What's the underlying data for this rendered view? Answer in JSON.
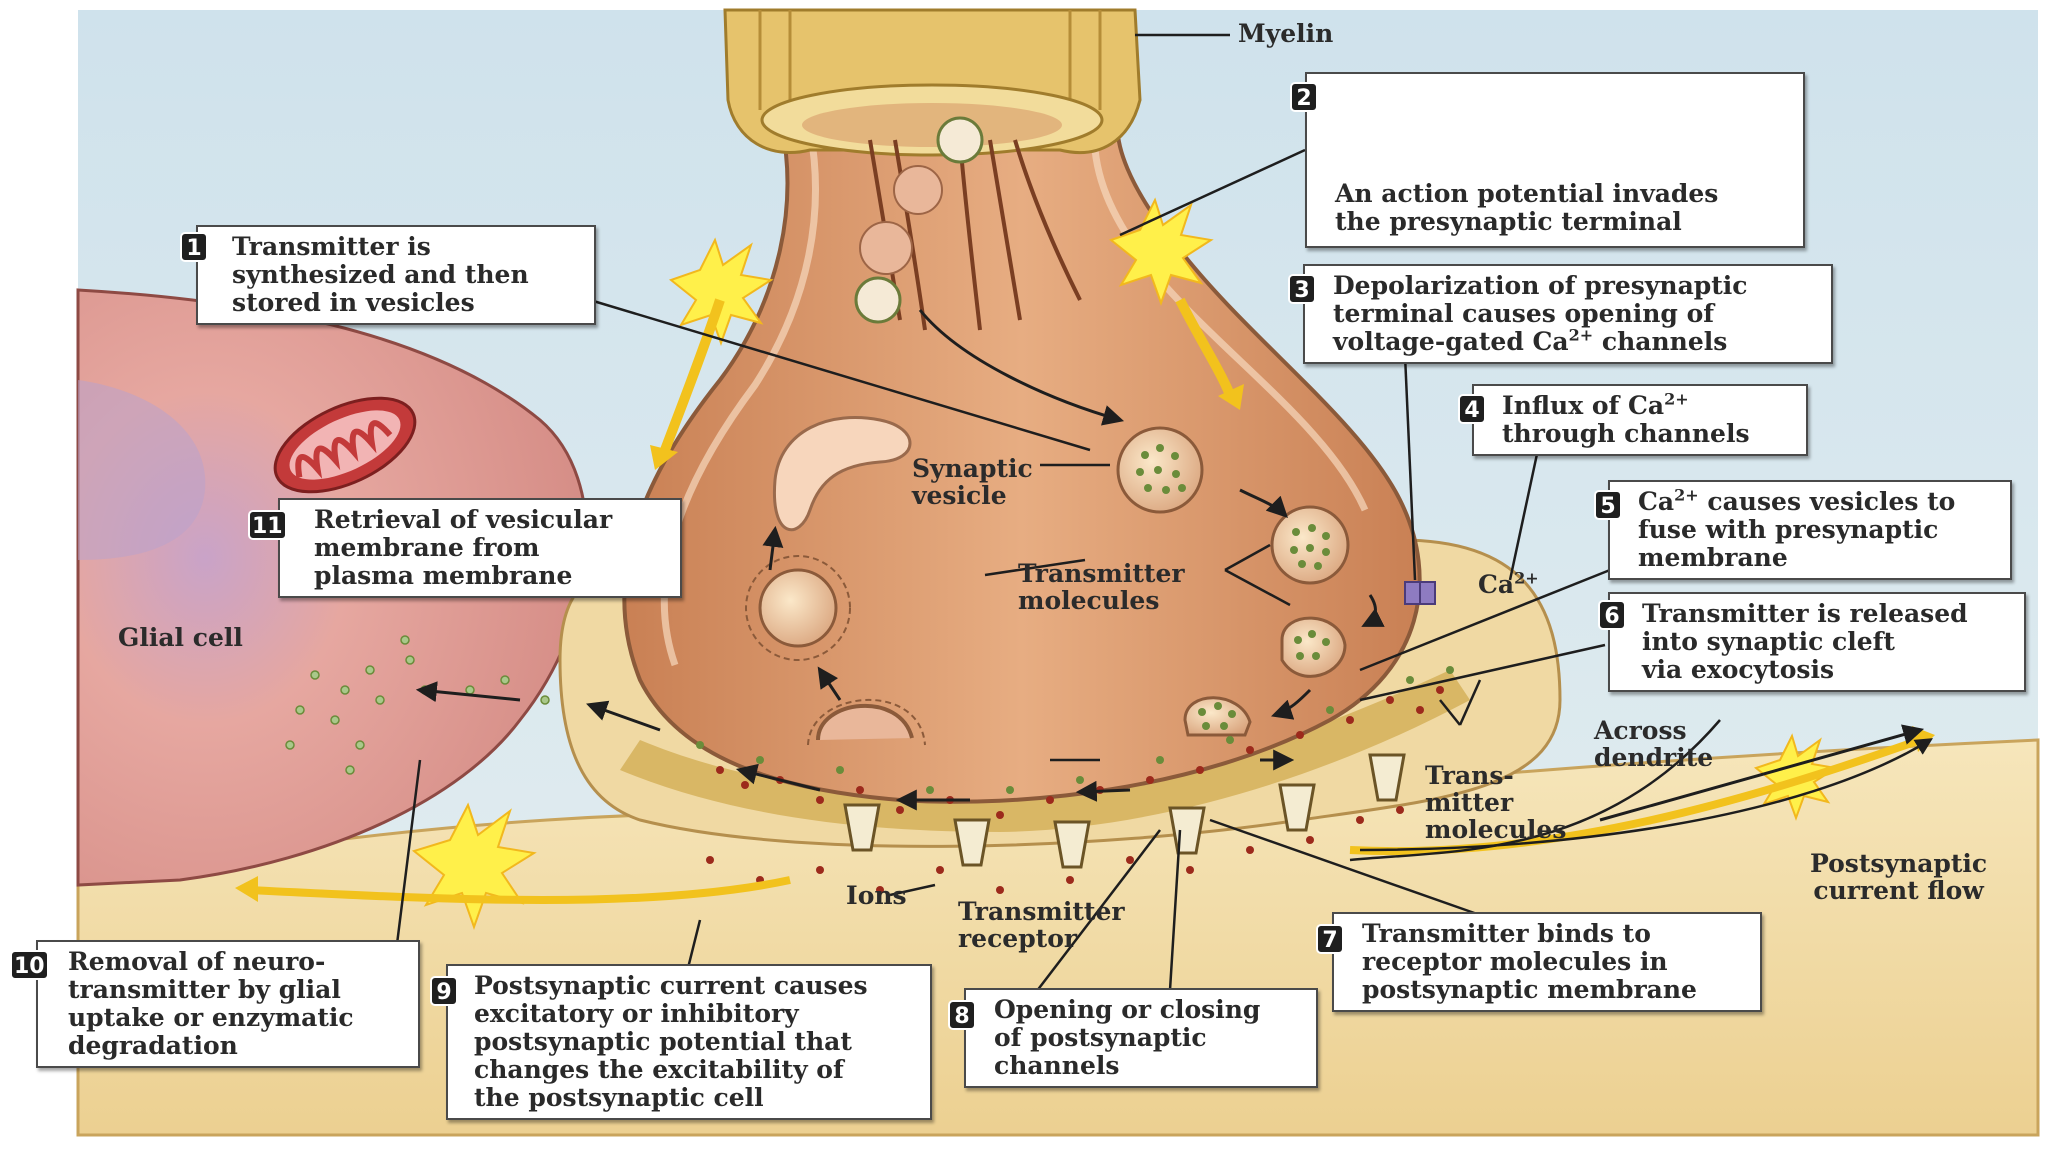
{
  "labels": {
    "myelin": "Myelin",
    "glial_cell": "Glial cell",
    "synaptic_vesicle": "Synaptic\nvesicle",
    "transmitter_molecules_inner": "Transmitter\nmolecules",
    "ca_ion": "Ca",
    "ca_sup": "2+",
    "across_dendrite": "Across\ndendrite",
    "trans_mitter_molecules": "Trans-\nmitter\nmolecules",
    "ions": "Ions",
    "transmitter_receptor": "Transmitter\nreceptor",
    "postsynaptic_current_flow": "Postsynaptic\ncurrent flow"
  },
  "steps": [
    {
      "num": "1",
      "text": "Transmitter is\nsynthesized and then\nstored in vesicles"
    },
    {
      "num": "2",
      "text": "An action potential invades\nthe presynaptic terminal"
    },
    {
      "num": "3",
      "text_a": "Depolarization of presynaptic\nterminal causes opening of\nvoltage-gated Ca",
      "sup": "2+",
      "text_b": " channels"
    },
    {
      "num": "4",
      "text_a": "Influx of Ca",
      "sup": "2+",
      "text_b": "\nthrough channels"
    },
    {
      "num": "5",
      "text_a": "Ca",
      "sup": "2+",
      "text_b": " causes vesicles to\nfuse with presynaptic\nmembrane"
    },
    {
      "num": "6",
      "text": "Transmitter is released\ninto synaptic cleft\nvia exocytosis"
    },
    {
      "num": "7",
      "text": "Transmitter binds to\nreceptor molecules in\npostsynaptic membrane"
    },
    {
      "num": "8",
      "text": "Opening or closing\nof postsynaptic\nchannels"
    },
    {
      "num": "9",
      "text": "Postsynaptic current causes\nexcitatory or inhibitory\npostsynaptic potential that\nchanges the excitability of\nthe postsynaptic cell"
    },
    {
      "num": "10",
      "text": "Removal of neuro-\ntransmitter by glial\nuptake or enzymatic\ndegradation"
    },
    {
      "num": "11",
      "text": "Retrieval of vesicular\nmembrane from\nplasma membrane"
    }
  ],
  "colors": {
    "background_blue": "#d7e7ef",
    "terminal_fill": "#d99a6f",
    "myelin_fill": "#e8c874",
    "glial_fill": "#dc9b94",
    "postsynaptic_fill": "#f1dca8",
    "vesicle_dot": "#6a8c3a",
    "transmitter_red": "#9c2a1c",
    "flash_yellow": "#fff04a"
  }
}
